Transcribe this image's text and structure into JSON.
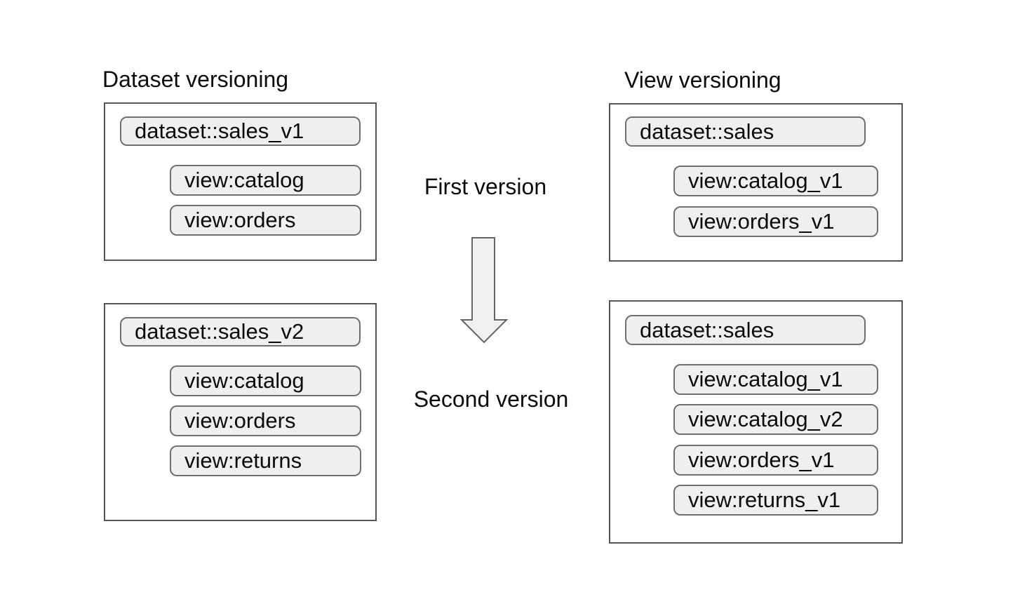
{
  "left": {
    "heading": "Dataset versioning",
    "boxes": [
      {
        "dataset": "dataset::sales_v1",
        "views": [
          "view:catalog",
          "view:orders"
        ]
      },
      {
        "dataset": "dataset::sales_v2",
        "views": [
          "view:catalog",
          "view:orders",
          "view:returns"
        ]
      }
    ]
  },
  "right": {
    "heading": "View versioning",
    "boxes": [
      {
        "dataset": "dataset::sales",
        "views": [
          "view:catalog_v1",
          "view:orders_v1"
        ]
      },
      {
        "dataset": "dataset::sales",
        "views": [
          "view:catalog_v1",
          "view:catalog_v2",
          "view:orders_v1",
          "view:returns_v1"
        ]
      }
    ]
  },
  "middle": {
    "first_label": "First version",
    "second_label": "Second version",
    "arrow_icon": "down-arrow"
  },
  "colors": {
    "background": "#ffffff",
    "box_border": "#545454",
    "pill_fill": "#efefef",
    "pill_border": "#6f6f6f",
    "arrow_fill": "#f0f0f0",
    "arrow_border": "#666666",
    "text": "#0b0b0b"
  }
}
